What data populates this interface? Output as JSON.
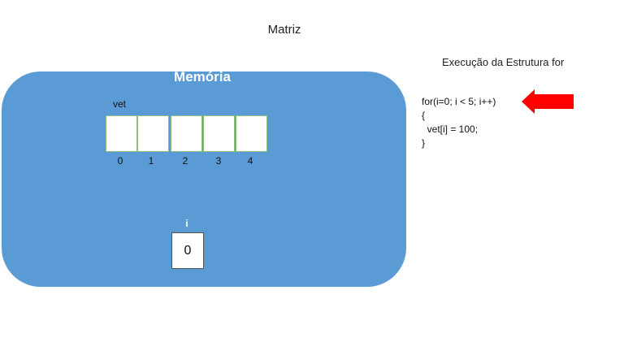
{
  "title": "Matriz",
  "memory": {
    "label": "Memória",
    "color": "#5b9bd5",
    "vet": {
      "label": "vet",
      "cells": [
        "",
        "",
        "",
        "",
        ""
      ],
      "indices": [
        "0",
        "1",
        "2",
        "3",
        "4"
      ]
    },
    "i": {
      "label": "i",
      "value": "0"
    }
  },
  "execution": {
    "label": "Execução da Estrutura for",
    "code_lines": [
      "for(i=0; i < 5; i++)",
      "{",
      "  vet[i] = 100;",
      "}"
    ],
    "arrow_icon": "left-arrow-icon",
    "arrow_color": "#ff0000",
    "pointer_line": 0
  }
}
